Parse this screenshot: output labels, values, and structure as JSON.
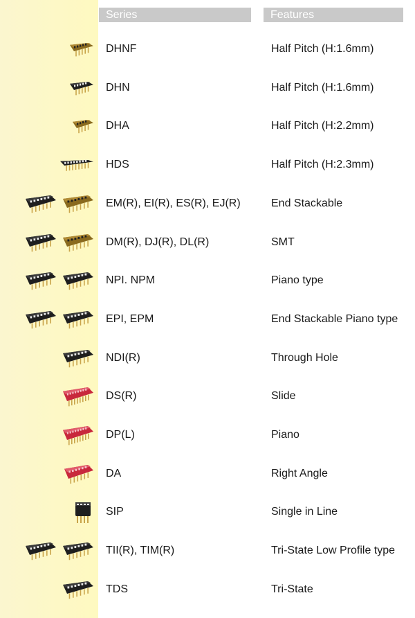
{
  "header": {
    "series_label": "Series",
    "features_label": "Features"
  },
  "rows": [
    {
      "series": "DHNF",
      "feature": "Half Pitch (H:1.6mm)",
      "icons": [
        "gold-smd-switch-icon"
      ]
    },
    {
      "series": "DHN",
      "feature": "Half Pitch (H:1.6mm)",
      "icons": [
        "black-smd-switch-icon"
      ]
    },
    {
      "series": "DHA",
      "feature": "Half Pitch (H:2.2mm)",
      "icons": [
        "gold-right-angle-switch-icon"
      ]
    },
    {
      "series": "HDS",
      "feature": "Half Pitch (H:2.3mm)",
      "icons": [
        "black-slim-switch-icon"
      ]
    },
    {
      "series": "EM(R), EI(R), ES(R), EJ(R)",
      "feature": "End Stackable",
      "icons": [
        "black-dip-switch-icon",
        "gold-dip-switch-icon"
      ]
    },
    {
      "series": "DM(R), DJ(R), DL(R)",
      "feature": "SMT",
      "icons": [
        "black-dip-switch-icon",
        "gold-dip-switch-icon"
      ]
    },
    {
      "series": "NPI. NPM",
      "feature": "Piano type",
      "icons": [
        "black-dip-switch-icon",
        "black-dip-switch-icon"
      ]
    },
    {
      "series": "EPI, EPM",
      "feature": "End Stackable Piano type",
      "icons": [
        "black-dip-switch-icon",
        "black-dip-switch-icon"
      ]
    },
    {
      "series": "NDI(R)",
      "feature": "Through Hole",
      "icons": [
        "black-dip-switch-icon"
      ]
    },
    {
      "series": "DS(R)",
      "feature": "Slide",
      "icons": [
        "red-slide-switch-icon"
      ]
    },
    {
      "series": "DP(L)",
      "feature": "Piano",
      "icons": [
        "red-piano-switch-icon"
      ]
    },
    {
      "series": "DA",
      "feature": "Right Angle",
      "icons": [
        "red-right-angle-switch-icon"
      ]
    },
    {
      "series": "SIP",
      "feature": "Single in Line",
      "icons": [
        "black-sip-switch-icon"
      ]
    },
    {
      "series": "TII(R), TIM(R)",
      "feature": "Tri-State Low Profile type",
      "icons": [
        "black-dip-switch-icon",
        "black-dip-switch-icon"
      ]
    },
    {
      "series": "TDS",
      "feature": "Tri-State",
      "icons": [
        "black-dip-switch-icon"
      ]
    }
  ],
  "colors": {
    "strip": "#fdf8c6",
    "header_bar": "#c9c9c9",
    "black_body": "#1e1e1e",
    "gold_body": "#8a6a1e",
    "red_body": "#c8283c"
  }
}
